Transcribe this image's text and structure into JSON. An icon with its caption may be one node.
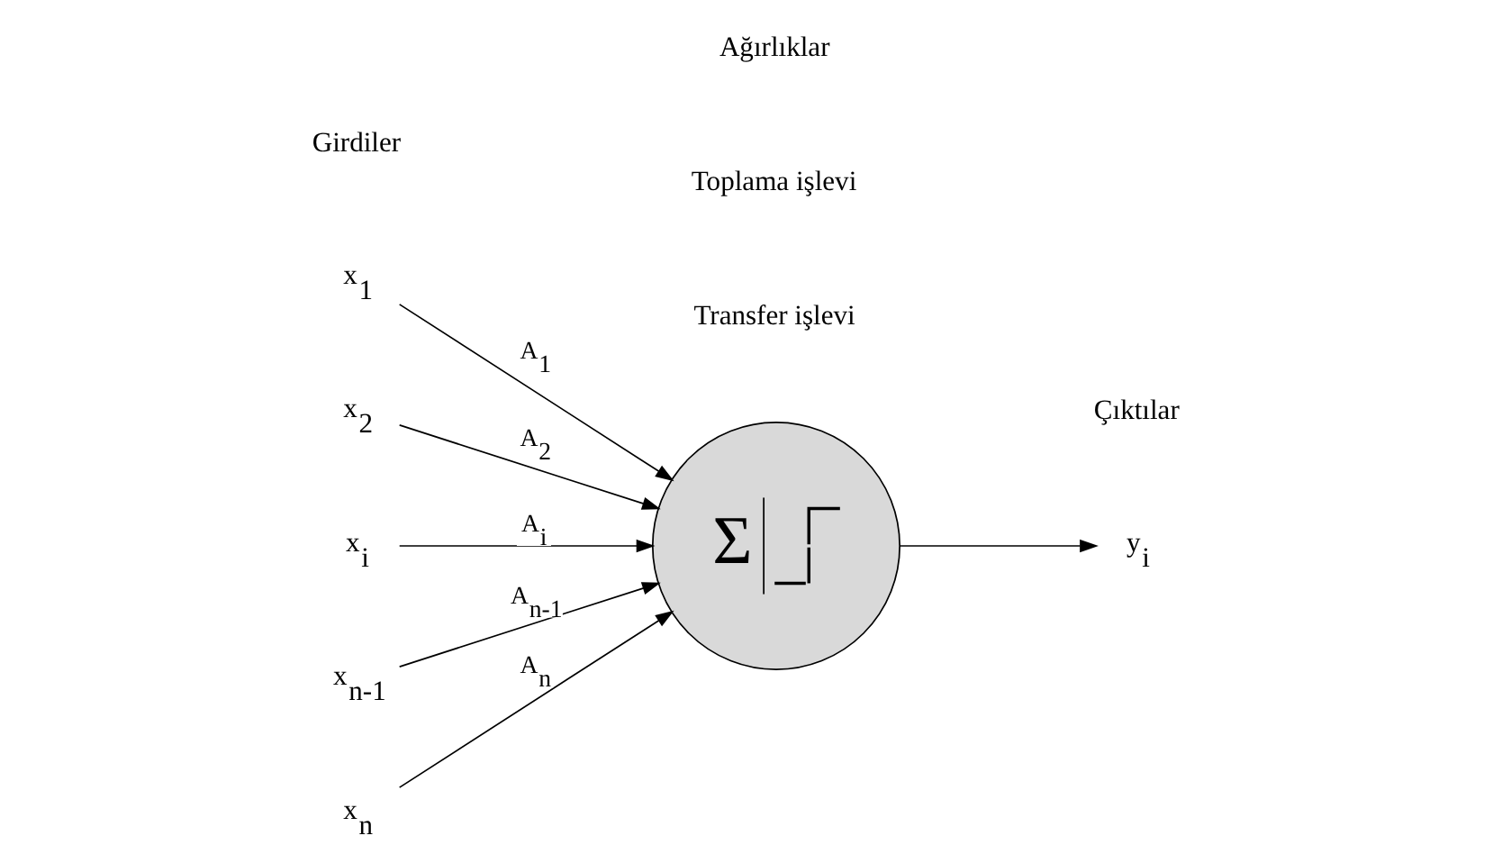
{
  "diagram": {
    "nodes": [
      {
        "text": [
          "x$_{1}$"
        ]
      },
      {
        "text": [
          "x$_{2}$"
        ]
      },
      {
        "text": [
          "x$_{i}$"
        ]
      },
      {
        "text": [
          "x$_{n-1}$"
        ]
      },
      {
        "text": [
          "x$_{n}$"
        ]
      },
      {
        "text": [
          "Σ"
        ]
      },
      {
        "text": [
          "y$_{i}$"
        ]
      }
    ],
    "edges": [
      {
        "from": 0,
        "to": 5,
        "arrow": "to",
        "label": "A$_{1}$"
      },
      {
        "from": 1,
        "to": 5,
        "arrow": "to",
        "label": "A$_{2}$"
      },
      {
        "from": 2,
        "to": 5,
        "arrow": "to",
        "label": "A$_{i}$"
      },
      {
        "from": 3,
        "to": 5,
        "arrow": "to",
        "label": "A$_{n-1}$"
      },
      {
        "from": 4,
        "to": 5,
        "arrow": "to",
        "label": "A$_{n}$"
      },
      {
        "from": 5,
        "to": 6,
        "arrow": "to"
      }
    ],
    "labels": [
      "Girdiler",
      "Ağırlıklar",
      "Toplama işlevi",
      "Transfer işlevi",
      "Çıktılar"
    ]
  }
}
